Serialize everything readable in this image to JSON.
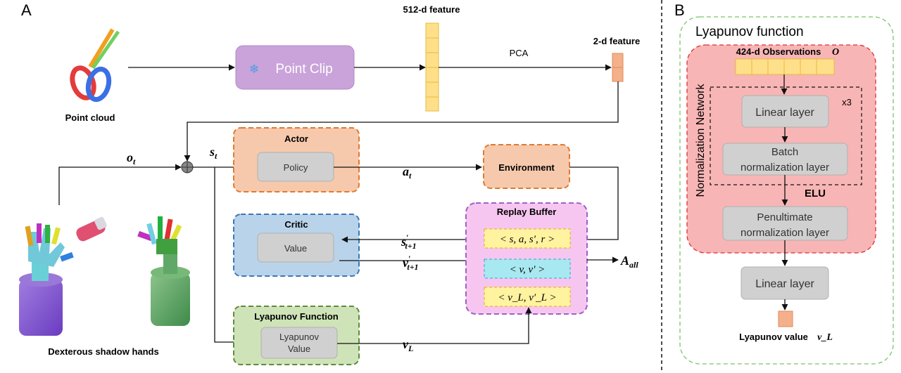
{
  "panel_a": {
    "label": "A",
    "point_cloud_caption": "Point cloud",
    "hands_caption": "Dexterous shadow hands",
    "point_clip": {
      "icon": "snowflake-icon",
      "label": "Point Clip"
    },
    "feature_512_label": "512-d feature",
    "pca_label": "PCA",
    "feature_2_label": "2-d feature",
    "o_t": "o",
    "o_t_sub": "t",
    "s_t": "s",
    "s_t_sub": "t",
    "a_t": "a",
    "a_t_sub": "t",
    "s_next": "s",
    "s_next_sub": "t+1",
    "v_next": "v",
    "v_next_sub": "t+1",
    "v_L": "v",
    "v_L_sub": "L",
    "A_all": "A",
    "A_all_sub": "all",
    "actor": {
      "title": "Actor",
      "inner": "Policy"
    },
    "environment": {
      "label": "Environment"
    },
    "critic": {
      "title": "Critic",
      "inner": "Value"
    },
    "lyapunov": {
      "title": "Lyapunov Function",
      "inner_line1": "Lyapunov",
      "inner_line2": "Value"
    },
    "replay_buffer": {
      "title": "Replay Buffer",
      "row1": "< s, a, s′, r >",
      "row2": "< v, v′ >",
      "row3": "< v_L, v′_L >"
    }
  },
  "panel_b": {
    "label": "B",
    "title": "Lyapunov function",
    "observations": "424-d Observations",
    "obs_symbol": "O",
    "network_label": "Normalization Network",
    "repeat": "x3",
    "linear1": "Linear layer",
    "batch_line1": "Batch",
    "batch_line2": "normalization layer",
    "elu": "ELU",
    "pen_line1": "Penultimate",
    "pen_line2": "normalization layer",
    "linear2": "Linear layer",
    "output_label": "Lyapunov value",
    "output_symbol": "v_L"
  },
  "colors": {
    "point_clip_fill": "#c9a3d9",
    "feature_fill": "#ffe08a",
    "feature2_fill": "#f4b08a",
    "actor_fill": "#f6c9ad",
    "actor_border": "#e07a2e",
    "critic_fill": "#b9d3ea",
    "critic_border": "#3a78b5",
    "lyap_fill": "#cfe3b8",
    "lyap_border": "#5e8c3a",
    "replay_fill": "#f7c6f0",
    "replay_border": "#a060c8",
    "net_fill": "#f8b5b5",
    "net_border": "#e03030",
    "outer_border": "#7cc46a",
    "gray_box": "#d0d0d0"
  }
}
